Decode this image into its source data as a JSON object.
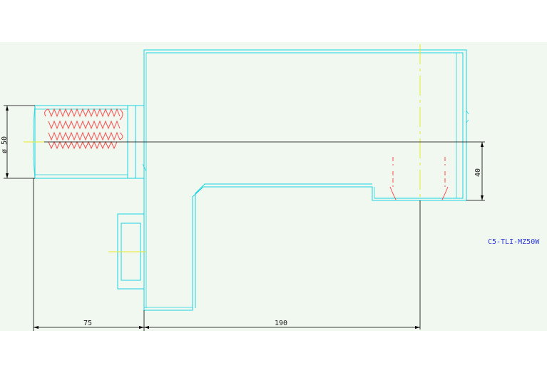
{
  "dimensions": {
    "diameter": "ø 50",
    "offset": "40",
    "shank_length": "75",
    "body_length": "190"
  },
  "part_label": "C5-TLI-MZ50W",
  "colors": {
    "background": "#f0f8f0",
    "outline": "#19d3df",
    "thread": "#ff4d4d",
    "centerline": "#eaea2a",
    "dimension": "#000000",
    "label": "#2f3bd8"
  }
}
